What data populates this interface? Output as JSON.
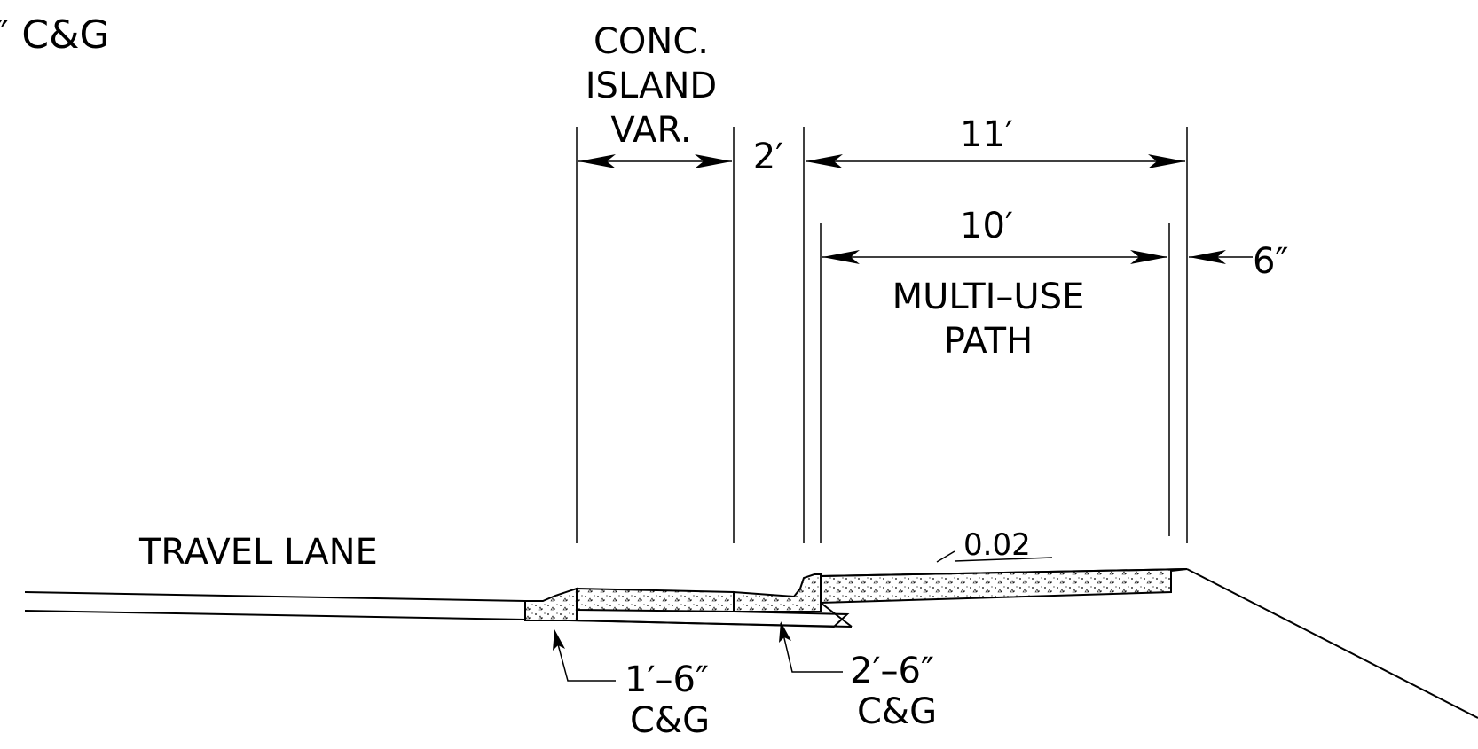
{
  "labels": {
    "corner_cg": "″ C&G",
    "island_line1": "CONC.",
    "island_line2": "ISLAND",
    "island_line3": "VAR.",
    "dim_2ft": "2′",
    "dim_11ft": "11′",
    "dim_10ft": "10′",
    "dim_6in": "6″",
    "path_line1": "MULTI–USE",
    "path_line2": "PATH",
    "travel_lane": "TRAVEL  LANE",
    "slope": "0.02",
    "cg1_line1": "1′–6″",
    "cg1_line2": "C&G",
    "cg2_line1": "2′–6″",
    "cg2_line2": "C&G"
  }
}
